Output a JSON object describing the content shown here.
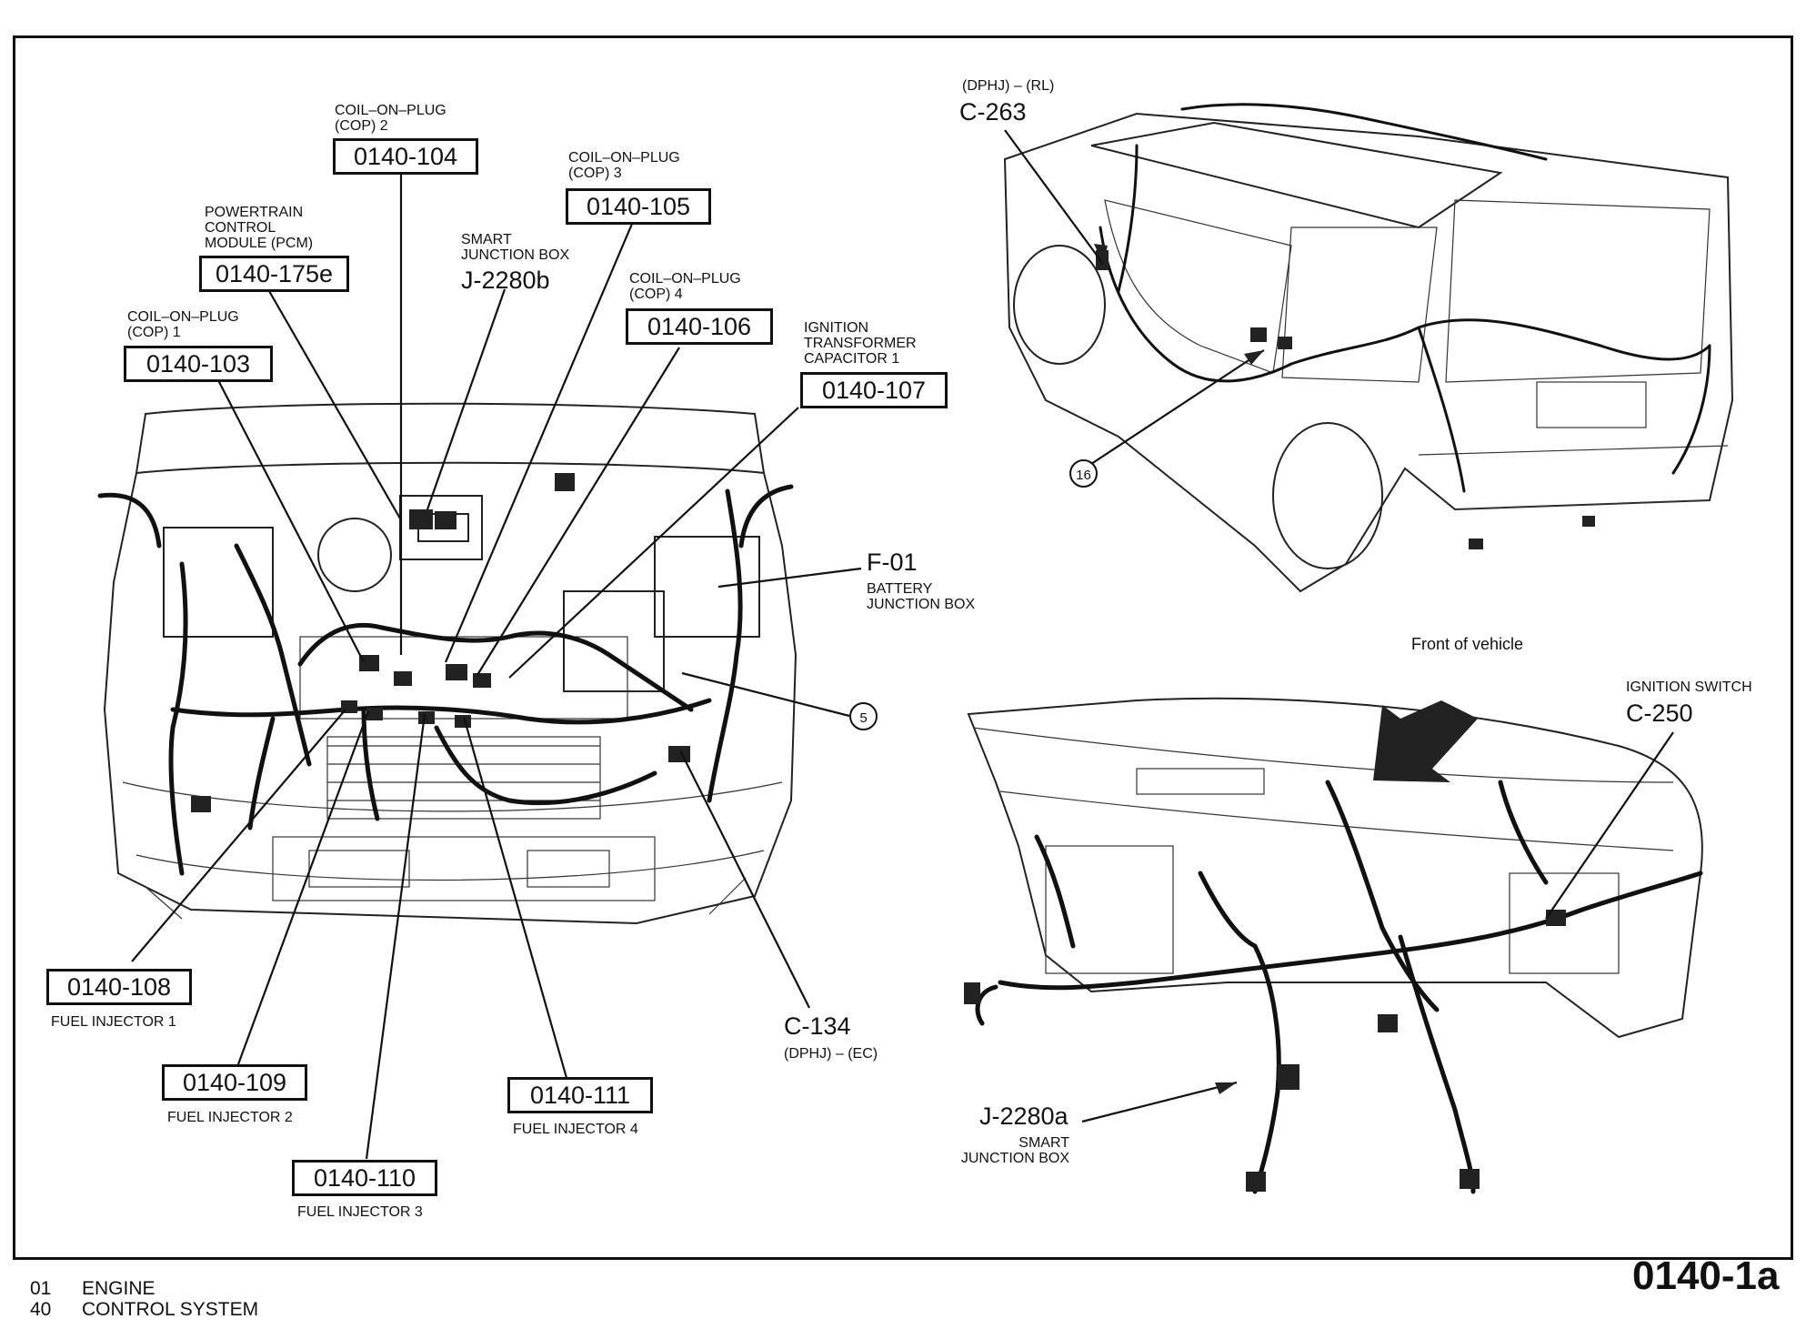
{
  "engine_labels": {
    "cop2": {
      "label": "COIL–ON–PLUG\n(COP) 2",
      "code": "0140-104"
    },
    "cop3": {
      "label": "COIL–ON–PLUG\n(COP) 3",
      "code": "0140-105"
    },
    "pcm": {
      "label": "POWERTRAIN\nCONTROL\nMODULE (PCM)",
      "code": "0140-175e"
    },
    "sjb_b": {
      "label": "SMART\nJUNCTION BOX",
      "code": "J-2280b"
    },
    "cop4": {
      "label": "COIL–ON–PLUG\n(COP) 4",
      "code": "0140-106"
    },
    "cop1": {
      "label": "COIL–ON–PLUG\n(COP) 1",
      "code": "0140-103"
    },
    "itc": {
      "label": "IGNITION\nTRANSFORMER\nCAPACITOR 1",
      "code": "0140-107"
    },
    "bjb": {
      "code": "F-01",
      "label": "BATTERY\nJUNCTION BOX"
    },
    "callout5": "5",
    "inj1": {
      "code": "0140-108",
      "label": "FUEL INJECTOR 1"
    },
    "inj2": {
      "code": "0140-109",
      "label": "FUEL INJECTOR 2"
    },
    "inj3": {
      "code": "0140-110",
      "label": "FUEL INJECTOR 3"
    },
    "inj4": {
      "code": "0140-111",
      "label": "FUEL INJECTOR 4"
    },
    "c134": {
      "code": "C-134",
      "label": "(DPHJ) – (EC)"
    }
  },
  "rear_labels": {
    "c263": {
      "label": "(DPHJ) – (RL)",
      "code": "C-263"
    },
    "callout16": "16"
  },
  "dash_labels": {
    "front_of_vehicle": "Front of vehicle",
    "c250": {
      "label": "IGNITION SWITCH",
      "code": "C-250"
    },
    "sjb_a": {
      "code": "J-2280a",
      "label": "SMART\nJUNCTION BOX"
    }
  },
  "footer": {
    "line1_num": "01",
    "line1_text": "ENGINE",
    "line2_num": "40",
    "line2_text": "CONTROL SYSTEM",
    "page_number": "0140-1a"
  }
}
